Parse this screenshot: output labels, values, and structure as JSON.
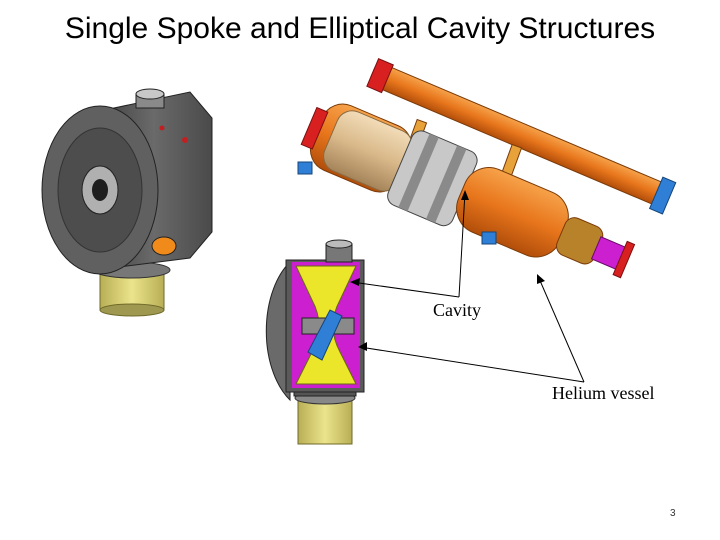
{
  "slide": {
    "title": "Single Spoke and Elliptical Cavity Structures",
    "page_number": "3"
  },
  "figure": {
    "labels": {
      "cavity": "Cavity",
      "helium_vessel": "Helium vessel"
    }
  },
  "colors": {
    "spoke_gray": "#5e5e5e",
    "tuner_yellow": "#ded67a",
    "elliptical_orange": "#e8761c",
    "helium_tan": "#d9b98a",
    "cavity_magenta": "#cc1fcf",
    "cavity_yellow": "#ebe62a",
    "coupler_blue": "#2f7fd6",
    "flange_red": "#d92020"
  }
}
